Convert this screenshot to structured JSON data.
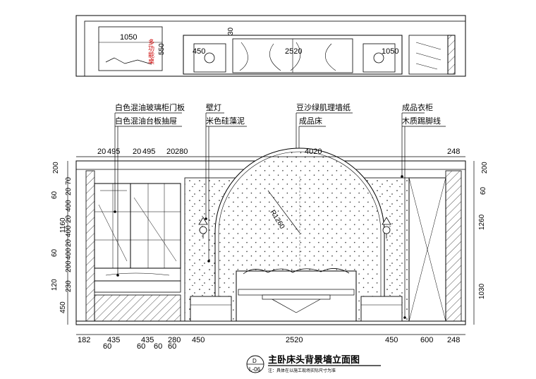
{
  "plan": {
    "dims": [
      "1050",
      "450",
      "2520",
      "1050",
      "30",
      "550"
    ],
    "desk_label": "多功能桌"
  },
  "labels": {
    "glass_door": "白色混油玻璃柜门板",
    "drawer": "白色混油台板抽屉",
    "wall_lamp": "壁灯",
    "diatom": "米色硅藻泥",
    "wallpaper": "豆沙绿肌理墙纸",
    "bed": "成品床",
    "wardrobe": "成品衣柜",
    "skirting": "木质踢脚线"
  },
  "dims": {
    "top": [
      "20",
      "495",
      "20",
      "495",
      "20",
      "280",
      "4020",
      "248"
    ],
    "bottom": [
      "182",
      "60",
      "435",
      "60",
      "435",
      "60",
      "280",
      "60",
      "450",
      "2520",
      "450",
      "600",
      "248"
    ],
    "left": [
      "200",
      "60",
      "70",
      "20",
      "400",
      "1160",
      "20",
      "400",
      "20",
      "400",
      "60",
      "200",
      "120",
      "230",
      "450"
    ],
    "right": [
      "200",
      "60",
      "1260",
      "1030"
    ],
    "radius": "R1260"
  },
  "title": {
    "badge_top": "D",
    "badge_bottom": "L-06",
    "text": "主卧床头背景墙立面图",
    "note": "注：具体在以施工现场实际尺寸为准"
  }
}
